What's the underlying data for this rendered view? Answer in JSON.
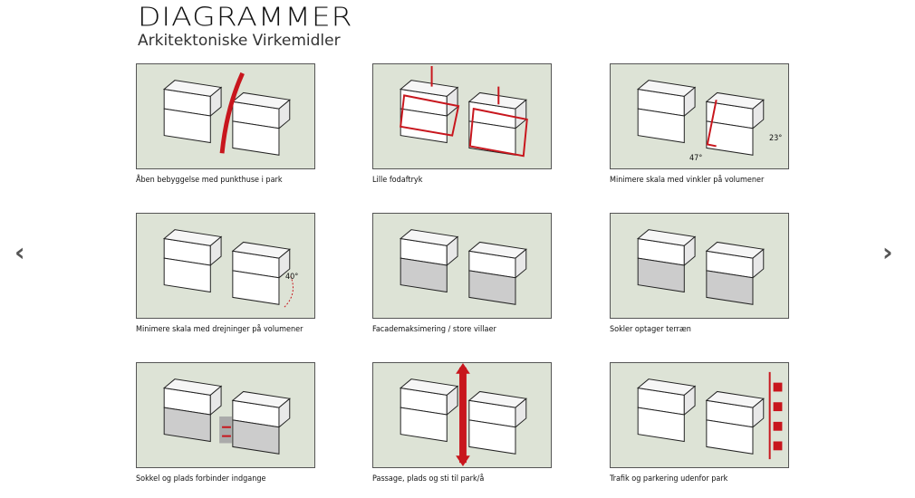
{
  "header": {
    "title": "DIAGRAMMER",
    "subtitle": "Arkitektoniske Virkemidler"
  },
  "nav": {
    "prev_icon": "chevron-left-icon",
    "next_icon": "chevron-right-icon",
    "prev": "‹",
    "next": "›"
  },
  "colors": {
    "panel_bg": "#dde3d6",
    "accent": "#c8161d"
  },
  "panels": [
    {
      "caption": "Åben bebyggelse med punkthuse i park",
      "variant": "wall"
    },
    {
      "caption": "Lille fodaftryk",
      "variant": "footprint"
    },
    {
      "caption": "Minimere skala med vinkler på volumener",
      "variant": "angles",
      "labels": [
        "47°",
        "23°"
      ]
    },
    {
      "caption": "Minimere skala med drejninger på volumener",
      "variant": "rotate",
      "labels": [
        "40°"
      ]
    },
    {
      "caption": "Facademaksimering / store villaer",
      "variant": "facade"
    },
    {
      "caption": "Sokler optager terræn",
      "variant": "plinth"
    },
    {
      "caption": "Sokkel og plads forbinder indgange",
      "variant": "connect"
    },
    {
      "caption": "Passage, plads og sti til park/å",
      "variant": "passage"
    },
    {
      "caption": "Trafik og parkering udenfor park",
      "variant": "parking"
    }
  ]
}
